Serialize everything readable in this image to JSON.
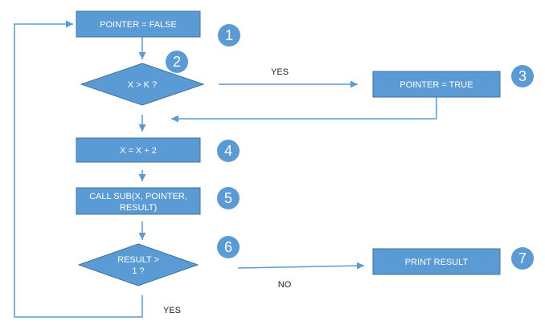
{
  "colors": {
    "node_fill": "#5B9BD5",
    "node_stroke": "#41719C",
    "arrow": "#5B9BD5",
    "label": "#222222"
  },
  "nodes": {
    "start": {
      "label": "POINTER = FALSE",
      "badge": "1"
    },
    "decision1": {
      "label": "X > K ?",
      "badge": "2"
    },
    "pointer_true": {
      "label": "POINTER = TRUE",
      "badge": "3"
    },
    "increment": {
      "label": "X = X + 2",
      "badge": "4"
    },
    "call_sub": {
      "lines": [
        "CALL SUB(X, POINTER,",
        "RESULT)"
      ],
      "badge": "5"
    },
    "decision2": {
      "lines": [
        "RESULT >",
        "1 ?"
      ],
      "badge": "6"
    },
    "print": {
      "label": "PRINT RESULT",
      "badge": "7"
    }
  },
  "edges": {
    "yes_top": "YES",
    "no_bottom": "NO",
    "yes_loop": "YES"
  }
}
